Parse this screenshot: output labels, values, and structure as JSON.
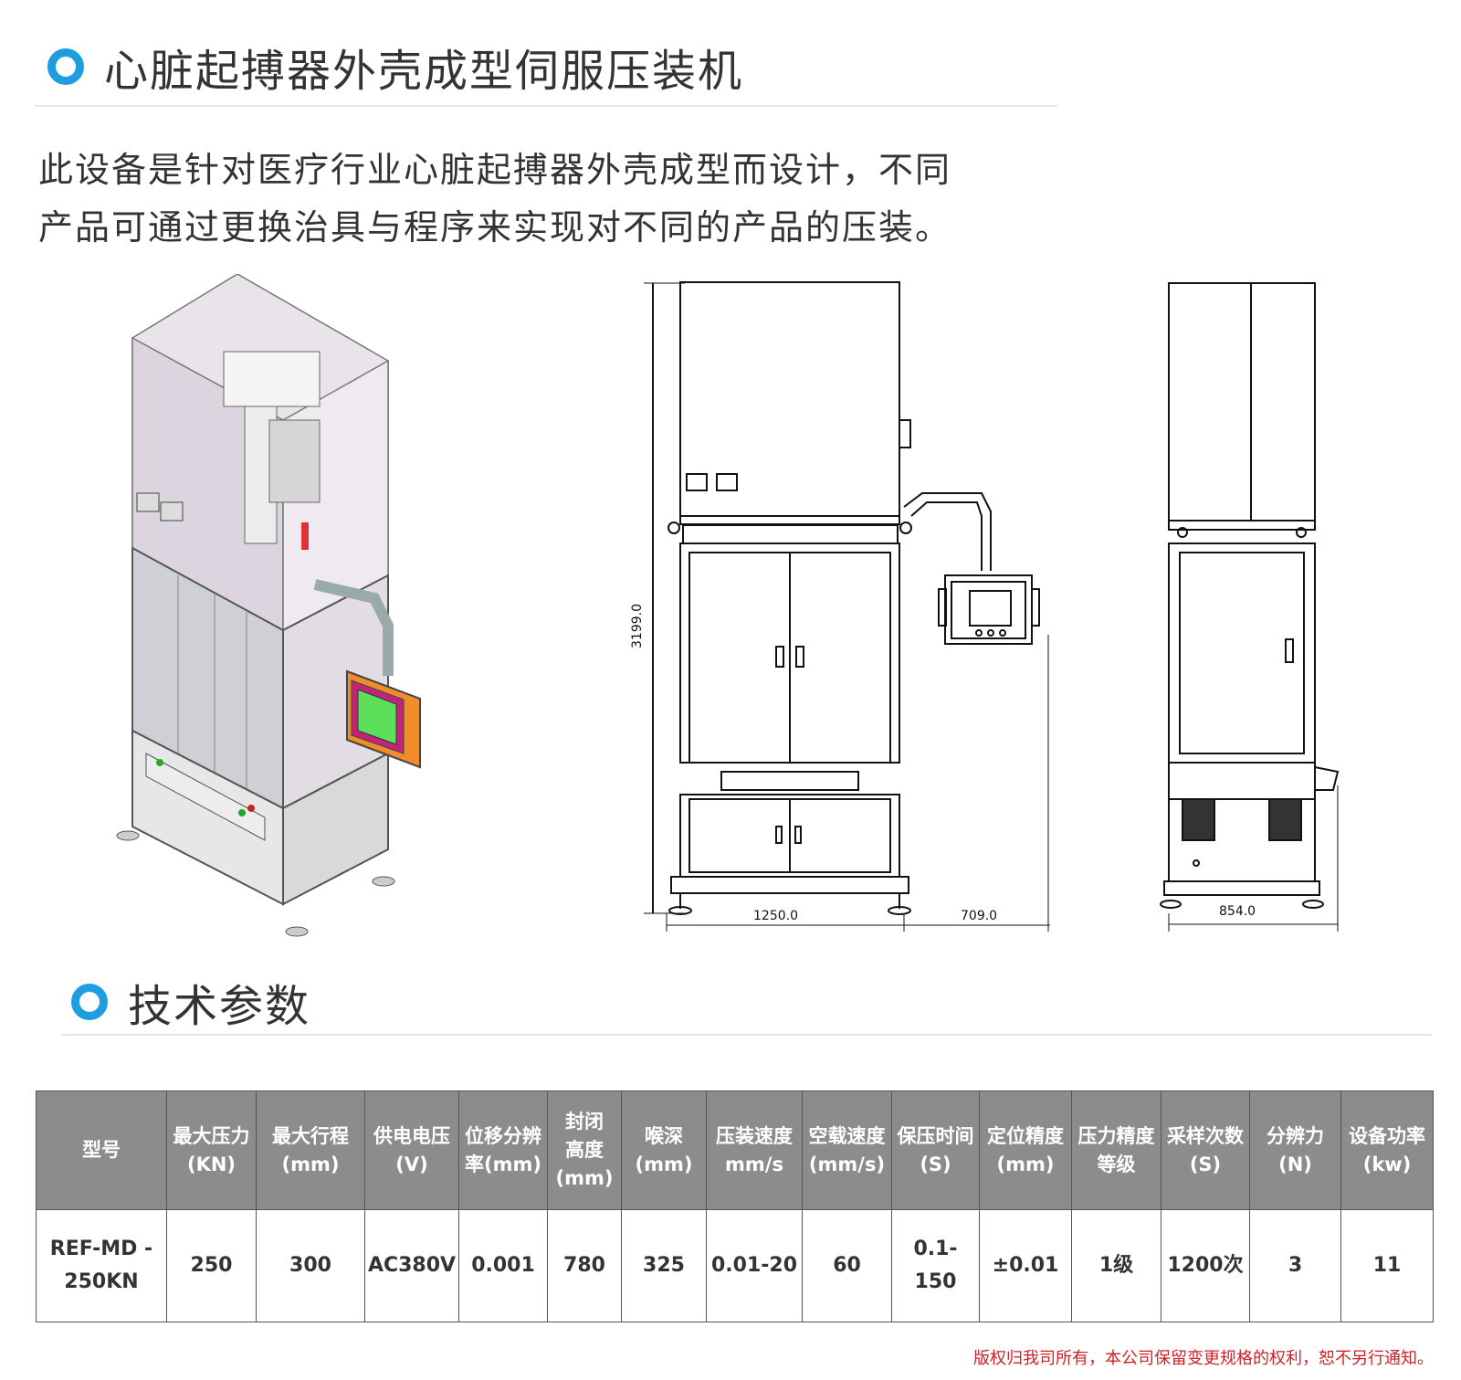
{
  "title": "心脏起搏器外壳成型伺服压装机",
  "description": {
    "line1": "此设备是针对医疗行业心脏起搏器外壳成型而设计，不同",
    "line2": "产品可通过更换治具与程序来实现对不同的产品的压装。"
  },
  "drawing": {
    "height_label": "3199.0",
    "width_label": "1250.0",
    "arm_label": "709.0",
    "depth_label": "854.0"
  },
  "specs": {
    "title": "技术参数",
    "headers": [
      [
        "型号"
      ],
      [
        "最大压力",
        "(KN)"
      ],
      [
        "最大行程",
        "(mm)"
      ],
      [
        "供电电压",
        "(V)"
      ],
      [
        "位移分辨",
        "率(mm)"
      ],
      [
        "封闭",
        "高度",
        "(mm)"
      ],
      [
        "喉深",
        "(mm)"
      ],
      [
        "压装速度",
        "mm/s"
      ],
      [
        "空载速度",
        "(mm/s)"
      ],
      [
        "保压时间",
        "(S)"
      ],
      [
        "定位精度",
        "(mm)"
      ],
      [
        "压力精度",
        "等级"
      ],
      [
        "采样次数",
        "(S)"
      ],
      [
        "分辨力",
        "(N)"
      ],
      [
        "设备功率",
        "(kw)"
      ]
    ],
    "row": [
      [
        "REF-MD -",
        "250KN"
      ],
      [
        "250"
      ],
      [
        "300"
      ],
      [
        "AC380V"
      ],
      [
        "0.001"
      ],
      [
        "780"
      ],
      [
        "325"
      ],
      [
        "0.01-20"
      ],
      [
        "60"
      ],
      [
        "0.1-150"
      ],
      [
        "±0.01"
      ],
      [
        "1级"
      ],
      [
        "1200次"
      ],
      [
        "3"
      ],
      [
        "11"
      ]
    ]
  },
  "copyright": "版权归我司所有，本公司保留变更规格的权利，恕不另行通知。",
  "colors": {
    "accent": "#1e9ee0",
    "header_bg": "#8c8c8c",
    "note": "#d21f26"
  }
}
